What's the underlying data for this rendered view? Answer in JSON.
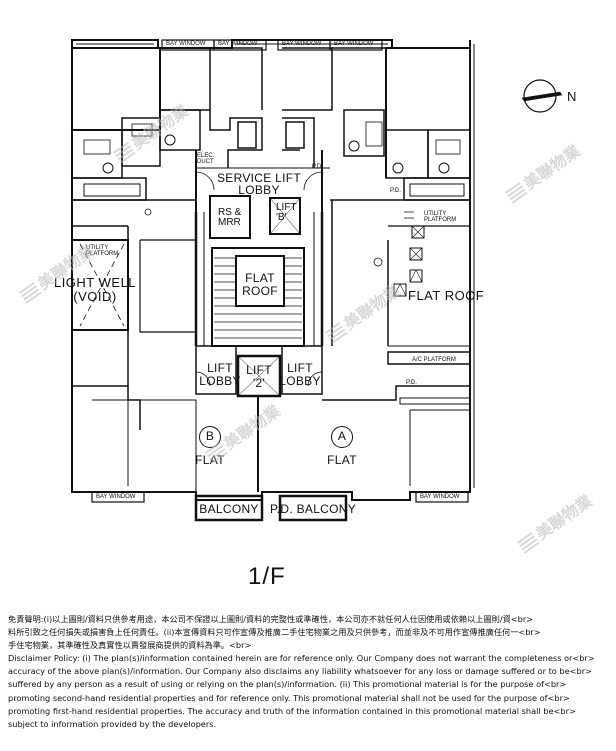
{
  "plan": {
    "floor": "1/F",
    "compass": "N",
    "labels": {
      "bay_window": "BAY WINDOW",
      "elec_duct": "ELEC.\nDUCT",
      "service_lift_lobby": "SERVICE LIFT\nLOBBY",
      "pd": "P.D.",
      "rs_mrr": "RS &\nMRR",
      "lift_b": "LIFT\n'B'",
      "utility_platform": "UTILITY\nPLATFORM",
      "light_well": "LIGHT WELL\n(VOID)",
      "flat_roof_center": "FLAT\nROOF",
      "flat_roof_right": "FLAT ROOF",
      "ac_platform": "A/C PLATFORM",
      "lift_lobby": "LIFT\nLOBBY",
      "lift_2": "LIFT\n'2'",
      "flat_b_letter": "B",
      "flat_a_letter": "A",
      "flat": "FLAT",
      "balcony": "BALCONY",
      "pd_balcony": "P.D. BALCONY"
    }
  },
  "watermark": "美聯物業",
  "disclaimer": [
    "免責聲明:(i)以上圖則/資料只供參考用途，本公司不保證以上圖則/資料的完整性或準確性，本公司亦不就任何人仕因使用或依賴以上圖則/資<br>",
    "料所引致之任何損失或損害負上任何責任。(ii)本宣傳資料只可作宣傳及推廣二手住宅物業之用及只供參考，而並非及不可用作宣傳推廣任何一<br>",
    "手住宅物業，其準確性及真實性以賣發展商提供的資料為準。<br>",
    "Disclaimer Policy: (i) The plan(s)/information contained herein are for reference only. Our Company does not warrant the completeness or<br>",
    "accuracy of the above plan(s)/information. Our Company also disclaims any liability whatsoever for any loss or damage suffered or to be<br>",
    "suffered by any person as a result of using or relying on the plan(s)/information. (ii) This promotional material is for the purpose of<br>",
    "promoting second-hand residential properties and for reference only. This promotional material shall not be used for the purpose of<br>",
    "promoting first-hand residential properties. The accuracy and truth of the information contained in this promotional material shall be<br>",
    "subject to information provided by the developers."
  ]
}
